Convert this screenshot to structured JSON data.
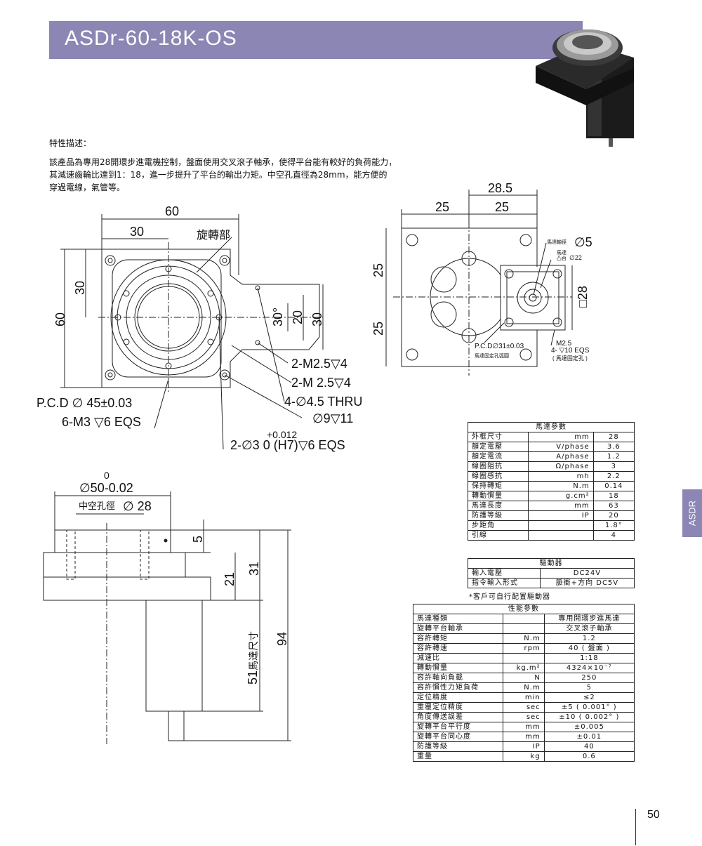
{
  "page": {
    "title": "ASDr-60-18K-OS",
    "side_tab": "ASDR",
    "page_number": "50"
  },
  "features": {
    "heading": "特性描述：",
    "lines": [
      "該產品為專用28開環步進電機控制，盤面使用交叉滾子軸承，使得平台能有較好的負荷能力，",
      "其減速齒輪比達到1：18，進一步提升了平台的輸出力矩。中空孔直徑為28mm，能方便的",
      "穿過電線，氣管等。"
    ]
  },
  "drawing_top": {
    "dim_60_top": "60",
    "dim_30_top": "30",
    "rot_label": "旋轉部",
    "dim_30_left": "30",
    "dim_60_left": "60",
    "dim_30deg": "30°",
    "dim_20": "20",
    "dim_30_right": "30",
    "note_m25_4a": "2-M2.5▽4",
    "note_m25_4b": "2-M 2.5▽4",
    "note_thru": "4-∅4.5 THRU",
    "note_cbore": "∅9▽11",
    "note_pcd": "P.C.D ∅ 45±0.03",
    "note_m3": "6-M3 ▽6 EQS",
    "note_pin_tol": "+0.012",
    "note_pin": "2-∅3   0   (H7)▽6 EQS"
  },
  "drawing_back": {
    "dim_285": "28.5",
    "dim_25a": "25",
    "dim_25b": "25",
    "dim_25_v1": "25",
    "dim_25_v2": "25",
    "shaft_label": "馬達軸徑",
    "shaft_dia": "∅5",
    "boss_label1": "馬達",
    "boss_label2": "凸台",
    "boss_dia": "∅22",
    "square": "□28",
    "pcd31": "P.C.D∅31±0.03",
    "pcd31_sub": "馬達固定孔弧圓",
    "m25_a": "M2.5",
    "m25_b": "4-  ▽10 EQS",
    "m25_c": "( 馬達固定孔 )"
  },
  "drawing_side": {
    "od_top": "0",
    "od": "∅50-0.02",
    "bore_label": "中空孔徑",
    "bore": "∅ 28",
    "dim_5": "5",
    "dim_21": "21",
    "dim_31": "31",
    "dim_94": "94",
    "dim_51": "51",
    "motor_size": "馬達尺寸"
  },
  "motor_params": {
    "title": "馬達參數",
    "rows": [
      {
        "name": "外框尺寸",
        "unit": "mm",
        "value": "28"
      },
      {
        "name": "額定電壓",
        "unit": "V/phase",
        "value": "3.6"
      },
      {
        "name": "額定電流",
        "unit": "A/phase",
        "value": "1.2"
      },
      {
        "name": "線圈阻抗",
        "unit": "Ω/phase",
        "value": "3"
      },
      {
        "name": "線圈感抗",
        "unit": "mh",
        "value": "2.2"
      },
      {
        "name": "保持轉矩",
        "unit": "N.m",
        "value": "0.14"
      },
      {
        "name": "轉動慣量",
        "unit": "g.cm²",
        "value": "18"
      },
      {
        "name": "馬達長度",
        "unit": "mm",
        "value": "63"
      },
      {
        "name": "防護等級",
        "unit": "IP",
        "value": "20"
      },
      {
        "name": "步距角",
        "unit": "",
        "value": "1.8°"
      },
      {
        "name": "引線",
        "unit": "",
        "value": "4"
      }
    ]
  },
  "driver": {
    "title": "驅動器",
    "rows": [
      {
        "name": "輸入電壓",
        "value": "DC24V"
      },
      {
        "name": "指令輸入形式",
        "value": "脈衝+方向 DC5V"
      }
    ],
    "note": "*客戶可自行配置驅動器"
  },
  "performance": {
    "title": "性能參數",
    "rows": [
      {
        "name": "馬達種類",
        "unit": "",
        "value": "專用開環步進馬達"
      },
      {
        "name": "旋轉平台軸承",
        "unit": "",
        "value": "交叉滾子軸承"
      },
      {
        "name": "容許轉矩",
        "unit": "N.m",
        "value": "1.2"
      },
      {
        "name": "容許轉速",
        "unit": "rpm",
        "value": "40 ( 盤面 )"
      },
      {
        "name": "減速比",
        "unit": "",
        "value": "1:18"
      },
      {
        "name": "轉動慣量",
        "unit": "kg.m²",
        "value": "4324×10⁻⁷"
      },
      {
        "name": "容許軸向負載",
        "unit": "N",
        "value": "250"
      },
      {
        "name": "容許慣性力矩負荷",
        "unit": "N.m",
        "value": "5"
      },
      {
        "name": "定位精度",
        "unit": "min",
        "value": "≤2"
      },
      {
        "name": "重覆定位精度",
        "unit": "sec",
        "value": "±5 ( 0.001° )"
      },
      {
        "name": "角度傳送誤差",
        "unit": "sec",
        "value": "±10 ( 0.002° )"
      },
      {
        "name": "旋轉平台平行度",
        "unit": "mm",
        "value": "±0.005"
      },
      {
        "name": "旋轉平台同心度",
        "unit": "mm",
        "value": "±0.01"
      },
      {
        "name": "防護等級",
        "unit": "IP",
        "value": "40"
      },
      {
        "name": "重量",
        "unit": "kg",
        "value": "0.6"
      }
    ]
  },
  "colors": {
    "accent": "#8b86b4",
    "line": "#222222"
  }
}
